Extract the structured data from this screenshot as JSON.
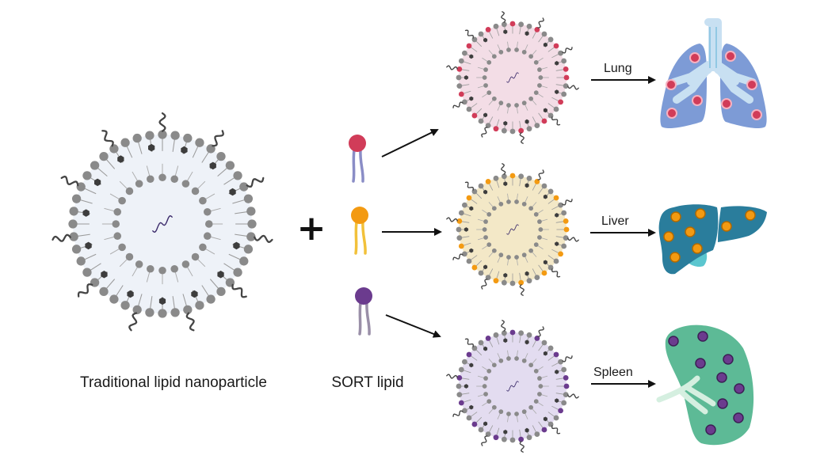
{
  "labels": {
    "traditional": "Traditional lipid nanoparticle",
    "sort": "SORT lipid",
    "plus": "+",
    "lung": "Lung",
    "liver": "Liver",
    "spleen": "Spleen"
  },
  "colors": {
    "lung_lipid": "#d13c59",
    "liver_lipid": "#f39a12",
    "spleen_lipid": "#6b3b8e",
    "lung_core": "#f3dde6",
    "liver_core": "#f3e8c7",
    "spleen_core": "#e3dcf0",
    "traditional_core": "#eef2f8",
    "lung_organ": "#7d9bd6",
    "liver_organ": "#2a7d9c",
    "spleen_organ": "#5dba96"
  },
  "icons": [
    "traditional-lnp",
    "sort-lipid-lung",
    "sort-lipid-liver",
    "sort-lipid-spleen",
    "lnp-lung",
    "lnp-liver",
    "lnp-spleen",
    "lung-organ",
    "liver-organ",
    "spleen-organ"
  ]
}
